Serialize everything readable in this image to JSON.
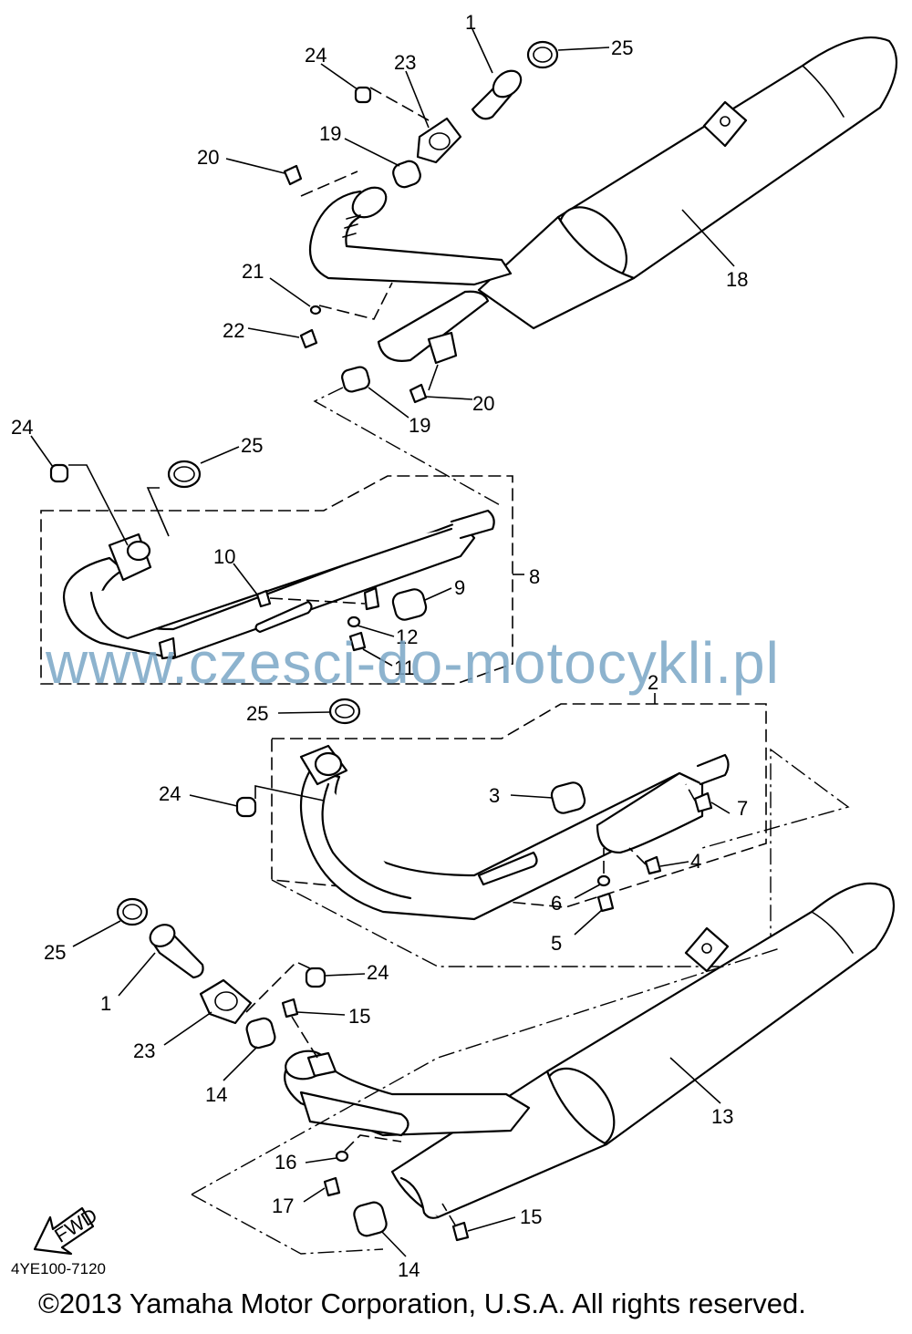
{
  "callouts": {
    "c1a": "1",
    "c1b": "1",
    "c2": "2",
    "c3": "3",
    "c4": "4",
    "c5": "5",
    "c6": "6",
    "c7": "7",
    "c8": "8",
    "c9": "9",
    "c10": "10",
    "c11": "11",
    "c12": "12",
    "c13": "13",
    "c14a": "14",
    "c14b": "14",
    "c15a": "15",
    "c15b": "15",
    "c16": "16",
    "c17": "17",
    "c18": "18",
    "c19a": "19",
    "c19b": "19",
    "c20a": "20",
    "c20b": "20",
    "c21": "21",
    "c22": "22",
    "c23a": "23",
    "c23b": "23",
    "c24a": "24",
    "c24b": "24",
    "c24c": "24",
    "c24d": "24",
    "c25a": "25",
    "c25b": "25",
    "c25c": "25",
    "c25d": "25"
  },
  "fwd_label": "FWD",
  "catalog_code": "4YE100-7120",
  "watermark": "www.czesci-do-motocykli.pl",
  "copyright": "©2013 Yamaha Motor Corporation, U.S.A. All rights reserved.",
  "colors": {
    "line": "#000000",
    "watermark": "#7aa6c6",
    "background": "#ffffff"
  }
}
